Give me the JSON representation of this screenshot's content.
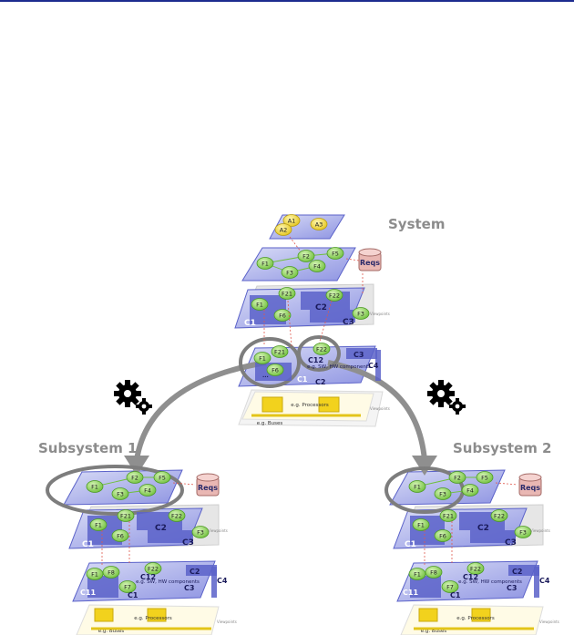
{
  "labels": {
    "system": "System",
    "subsystem1": "Subsystem 1",
    "subsystem2": "Subsystem 2"
  },
  "system": {
    "actors": [
      "A1",
      "A2",
      "A3"
    ],
    "functions": [
      "F1",
      "F2",
      "F3",
      "F4",
      "F5"
    ],
    "reqs": "Reqs",
    "components": [
      "C1",
      "C2",
      "C3"
    ],
    "component_functions": [
      "F1",
      "F21",
      "F22",
      "F6",
      "F3"
    ],
    "viewpoint": "Viewpoints",
    "sw_functions": [
      "F1",
      "F21",
      "F6",
      "F22"
    ],
    "sw_components": [
      "C1",
      "C12",
      "C2",
      "C3",
      "C4"
    ],
    "sw_caption": "e.g. SW, HW components",
    "hw_caption": "e.g. Processors",
    "bus_caption": "e.g. Buses",
    "hw_viewpoint": "Viewpoints"
  },
  "subsystem": {
    "functions": [
      "F1",
      "F2",
      "F3",
      "F4",
      "F5"
    ],
    "reqs": "Reqs",
    "components": [
      "C1",
      "C2",
      "C3"
    ],
    "component_functions": [
      "F1",
      "F21",
      "F22",
      "F6",
      "F3"
    ],
    "viewpoint": "Viewpoints",
    "sw_functions": [
      "F1",
      "F8",
      "F7",
      "F22"
    ],
    "sw_components": [
      "C11",
      "C12",
      "C1",
      "C2",
      "C3",
      "C4"
    ],
    "sw_caption": "e.g. SW, HW components",
    "hw_caption": "e.g. Processors",
    "bus_caption": "e.g. Buses",
    "hw_viewpoint": "Viewpoints"
  },
  "colors": {
    "plane": "#9aa0e6",
    "plane_dark": "#5b62c9",
    "function": "#8ed15a",
    "actor": "#f0dc3c",
    "hw": "#f2d21d",
    "reqs": "#e9b7b3",
    "arrow": "#8f8f8f",
    "circle": "#7d7d7d"
  },
  "icons": [
    "gears-icon",
    "gears-icon"
  ]
}
